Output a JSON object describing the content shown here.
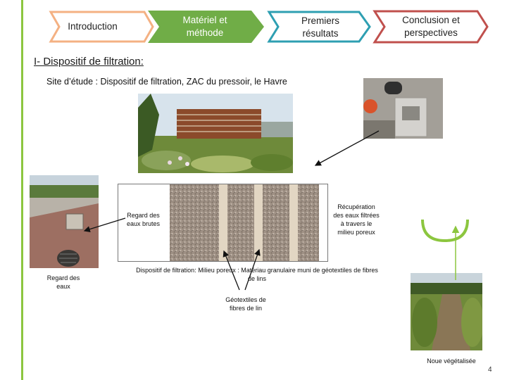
{
  "nav": {
    "items": [
      {
        "label": "Introduction"
      },
      {
        "label": "Matériel et méthode"
      },
      {
        "label": "Premiers résultats"
      },
      {
        "label": "Conclusion et perspectives"
      }
    ],
    "colors": [
      "#f4b183",
      "#70ad47",
      "#2e9fb2",
      "#c0504d"
    ]
  },
  "section_heading": "I- Dispositif de filtration:",
  "site_text": "Site d’étude : Dispositif de filtration, ZAC du pressoir, le Havre",
  "labels": {
    "raw_inlet": "Regard des eaux brutes",
    "recovery": "Récupération des eaux filtrées à travers le milieu poreux",
    "caption_filter": "Dispositif de filtration: Milieu poreux : Matériau granulaire muni de géotextiles de fibres de lins",
    "regard_eaux": "Regard des eaux",
    "geotextiles": "Géotextiles de fibres de lin",
    "noue": "Noue végétalisée"
  },
  "page_number": "4"
}
